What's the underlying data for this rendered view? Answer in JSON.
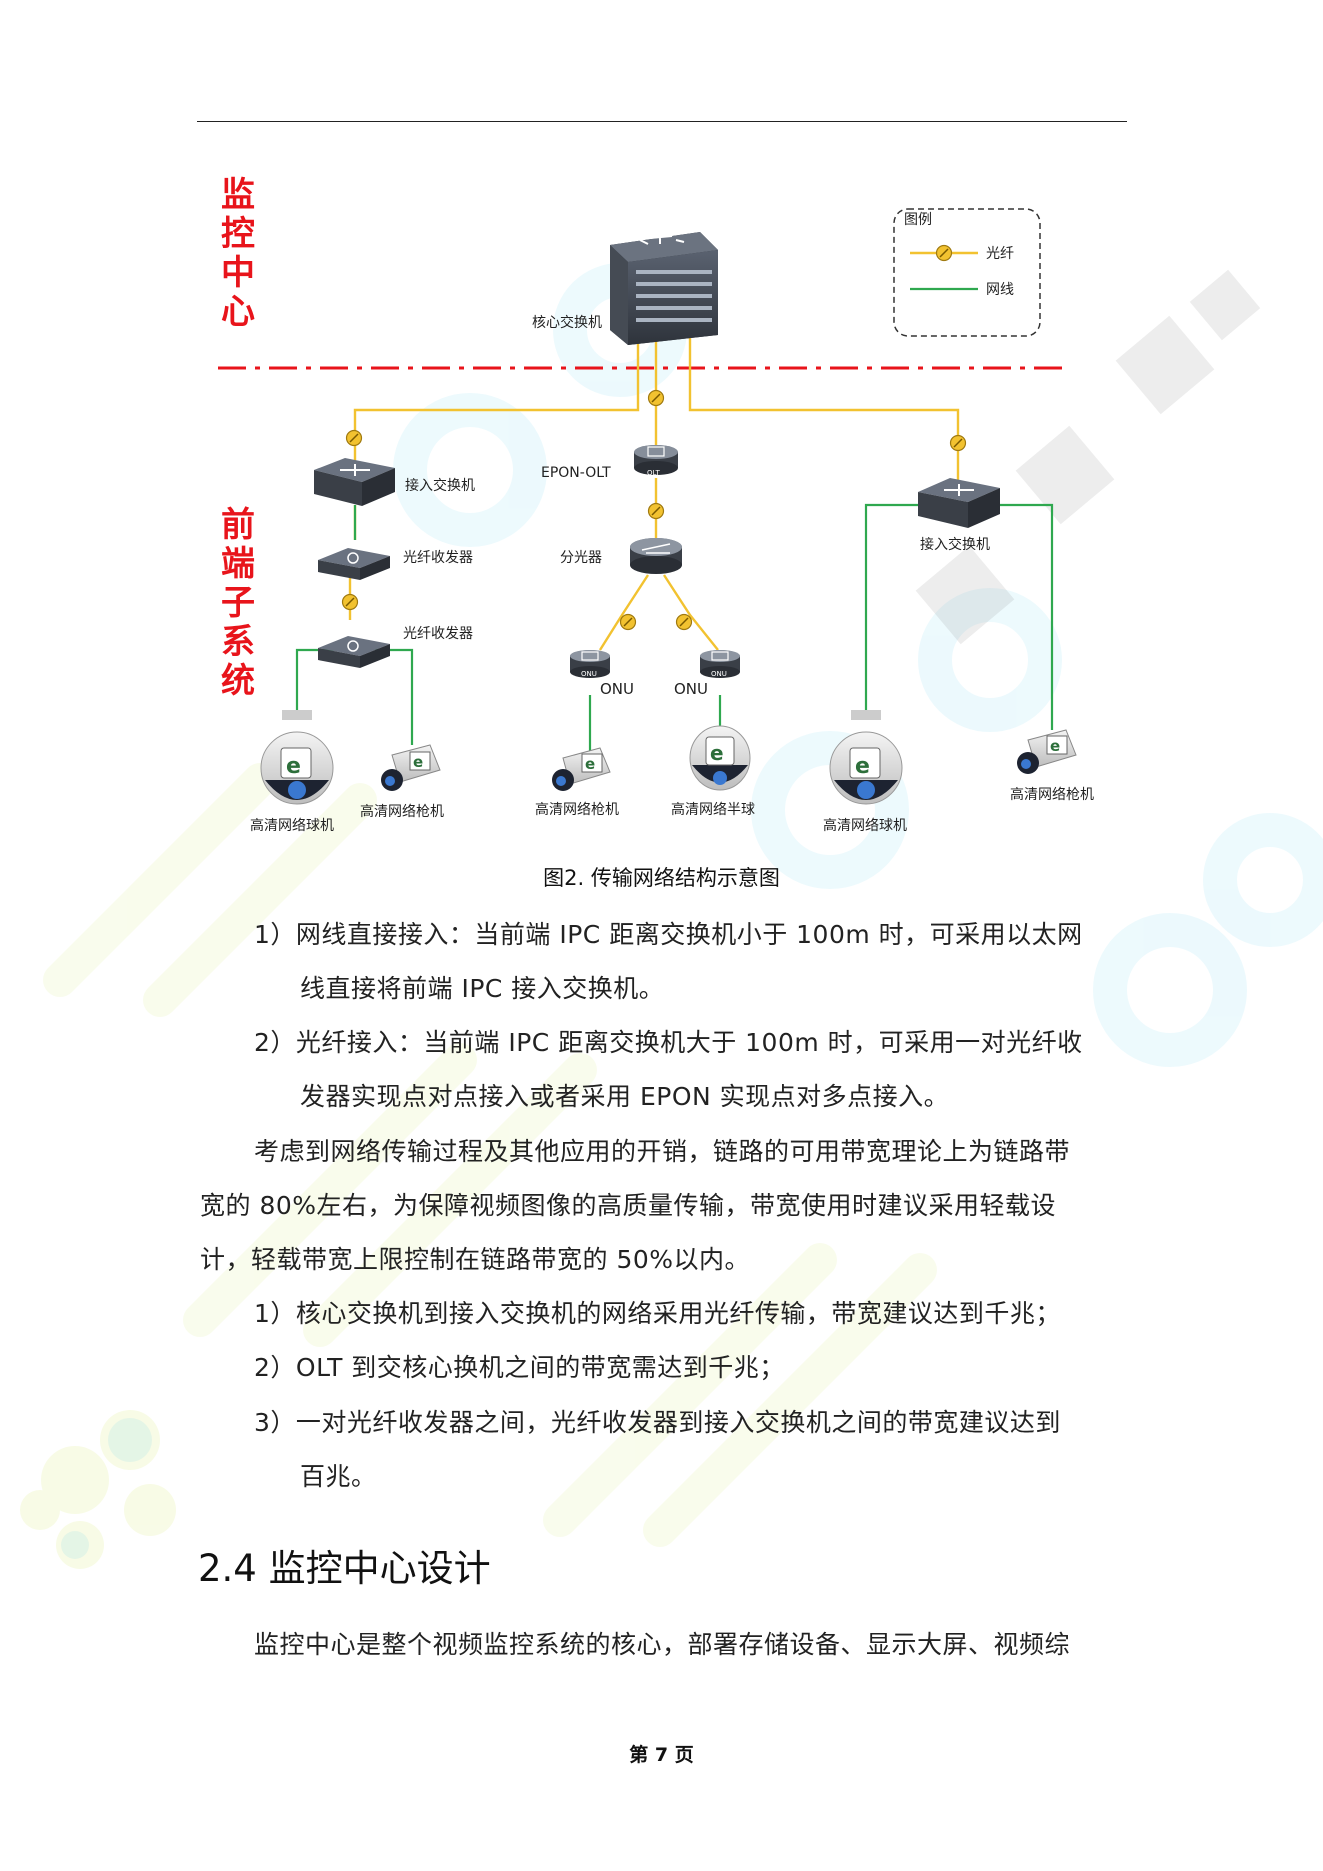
{
  "diagram": {
    "section_center": "监控中心",
    "section_front": "前端子系统",
    "labels": {
      "core_switch": "核心交换机",
      "access_switch_left": "接入交换机",
      "transceiver_1": "光纤收发器",
      "transceiver_2": "光纤收发器",
      "epon_olt": "EPON-OLT",
      "olt_badge": "OLT",
      "splitter": "分光器",
      "onu_left": "ONU",
      "onu_right": "ONU",
      "onu_badge": "ONU",
      "access_switch_right": "接入交换机",
      "cam_dome_left": "高清网络球机",
      "cam_bullet_left": "高清网络枪机",
      "cam_bullet_mid": "高清网络枪机",
      "cam_halfdome": "高清网络半球",
      "cam_dome_right": "高清网络球机",
      "cam_bullet_right": "高清网络枪机"
    },
    "legend": {
      "title": "图例",
      "fiber": "光纤",
      "cable": "网线"
    },
    "colors": {
      "fiber": "#f2c230",
      "cable": "#2fa84f",
      "section_red": "#e8141b"
    }
  },
  "caption": "图2. 传输网络结构示意图",
  "paragraphs": [
    "1）网线直接接入：当前端 IPC 距离交换机小于 100m 时，可采用以太网",
    "线直接将前端 IPC 接入交换机。",
    "2）光纤接入：当前端 IPC 距离交换机大于 100m 时，可采用一对光纤收",
    "发器实现点对点接入或者采用 EPON 实现点对多点接入。",
    "考虑到网络传输过程及其他应用的开销，链路的可用带宽理论上为链路带",
    "宽的 80%左右，为保障视频图像的高质量传输，带宽使用时建议采用轻载设",
    "计，轻载带宽上限控制在链路带宽的 50%以内。",
    "1）核心交换机到接入交换机的网络采用光纤传输，带宽建议达到千兆；",
    "2）OLT 到交核心换机之间的带宽需达到千兆；",
    "3）一对光纤收发器之间，光纤收发器到接入交换机之间的带宽建议达到",
    "百兆。"
  ],
  "heading": "2.4  监控中心设计",
  "last_paragraph": "监控中心是整个视频监控系统的核心，部署存储设备、显示大屏、视频综",
  "page_number": "第 7 页"
}
